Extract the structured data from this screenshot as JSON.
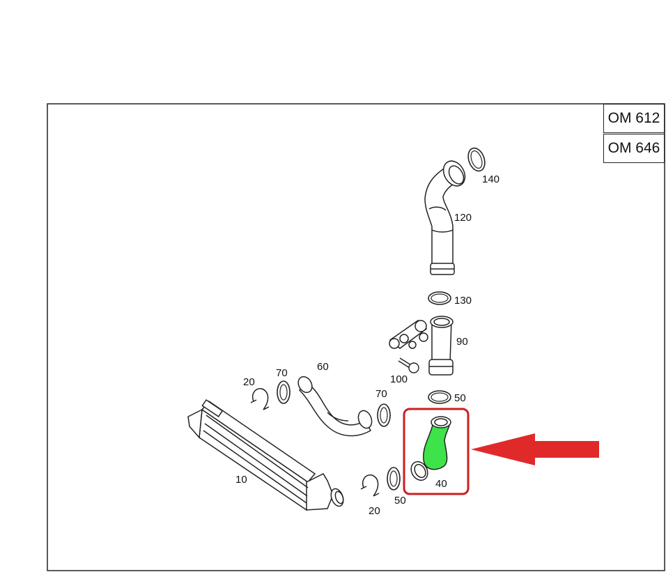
{
  "engine_codes": [
    "OM 612",
    "OM 646"
  ],
  "part_numbers": {
    "p10": "10",
    "p20a": "20",
    "p20b": "20",
    "p40": "40",
    "p50a": "50",
    "p50b": "50",
    "p60": "60",
    "p70a": "70",
    "p70b": "70",
    "p90": "90",
    "p100": "100",
    "p120": "120",
    "p130": "130",
    "p140": "140"
  },
  "highlight": {
    "part": "40",
    "box_color": "#cc1f1f",
    "part_color": "#3ee34a",
    "arrow_color": "#e02a2a"
  }
}
